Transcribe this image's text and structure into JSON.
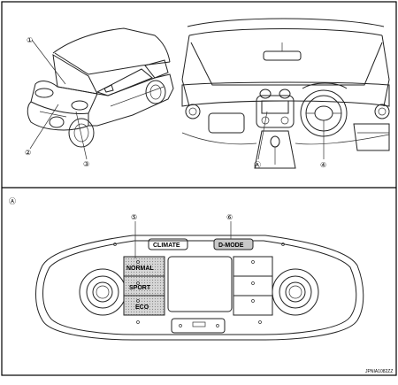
{
  "callouts": {
    "c1": "①",
    "c2": "②",
    "c3": "③",
    "c4": "④",
    "c5": "⑤",
    "c6": "⑥",
    "cA_top": "Ⓐ",
    "cA_panel": "Ⓐ"
  },
  "panel": {
    "climate_label": "CLIMATE",
    "dmode_label": "D-MODE",
    "normal_label": "NORMAL",
    "sport_label": "SPORT",
    "eco_label": "ECO"
  },
  "figure_code": "JPNIA1082ZZ",
  "colors": {
    "line": "#222222",
    "highlight": "#c8c8c8",
    "background": "#ffffff"
  }
}
